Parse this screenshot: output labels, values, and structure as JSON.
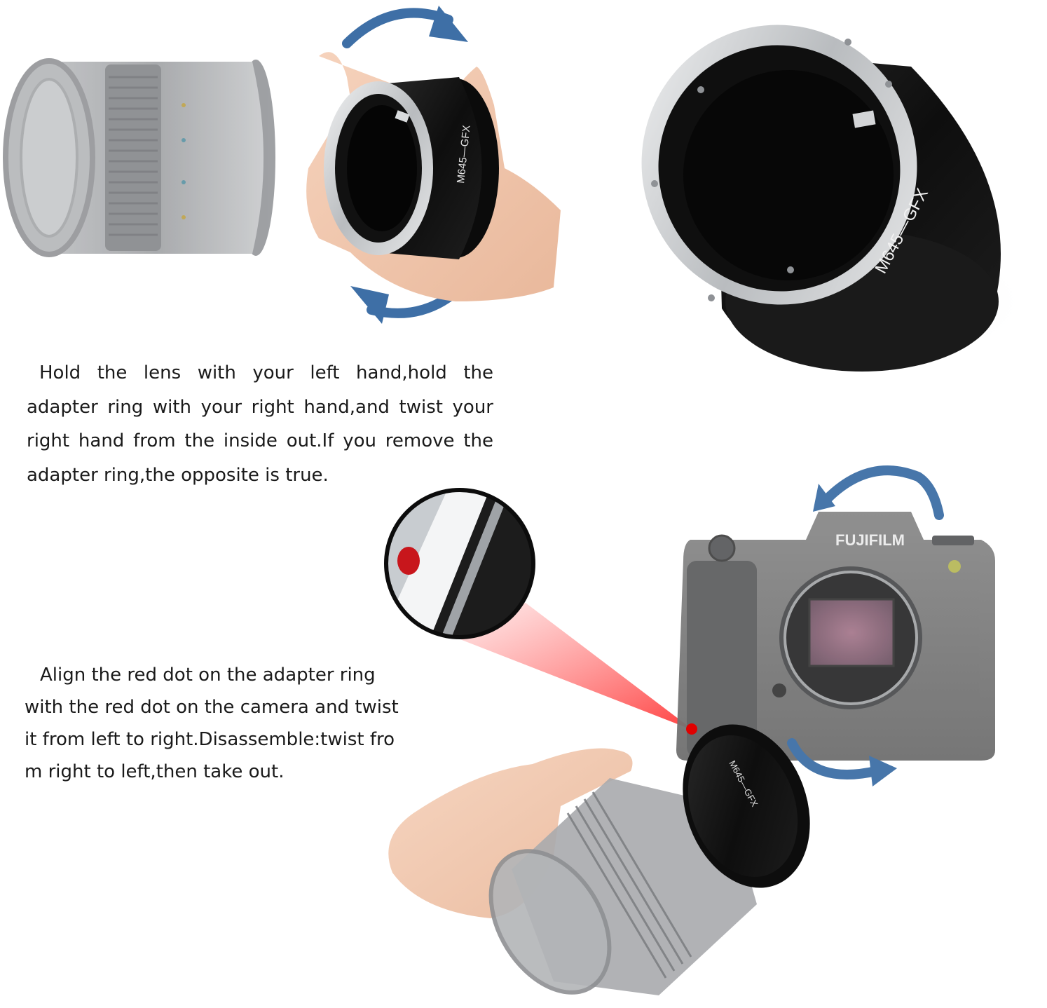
{
  "adapter": {
    "model_label": "M645—GFX",
    "model_label_small": "M645—GFX",
    "model_label_mounted": "M645—GFX"
  },
  "camera": {
    "brand": "FUJIFILM"
  },
  "instructions": {
    "mounting": "Hold the lens with your left hand,hold the adapter ring with your right hand,and twist your right hand from the inside out.If you remove the adapter ring,the opposite is true.",
    "alignment": "Align the red dot on the adapter ring with the red dot on the camera and twist it from left to right.Disassemble:twist fro m right to left,then take out."
  },
  "icons": {
    "rotate_arrow": "curved-arrow-icon",
    "index_mark": "red-dot-icon"
  },
  "colors": {
    "arrow": "#3e6fa6",
    "red_dot": "#e00000",
    "metal_black": "#141414",
    "silver": "#cfd3d6"
  }
}
